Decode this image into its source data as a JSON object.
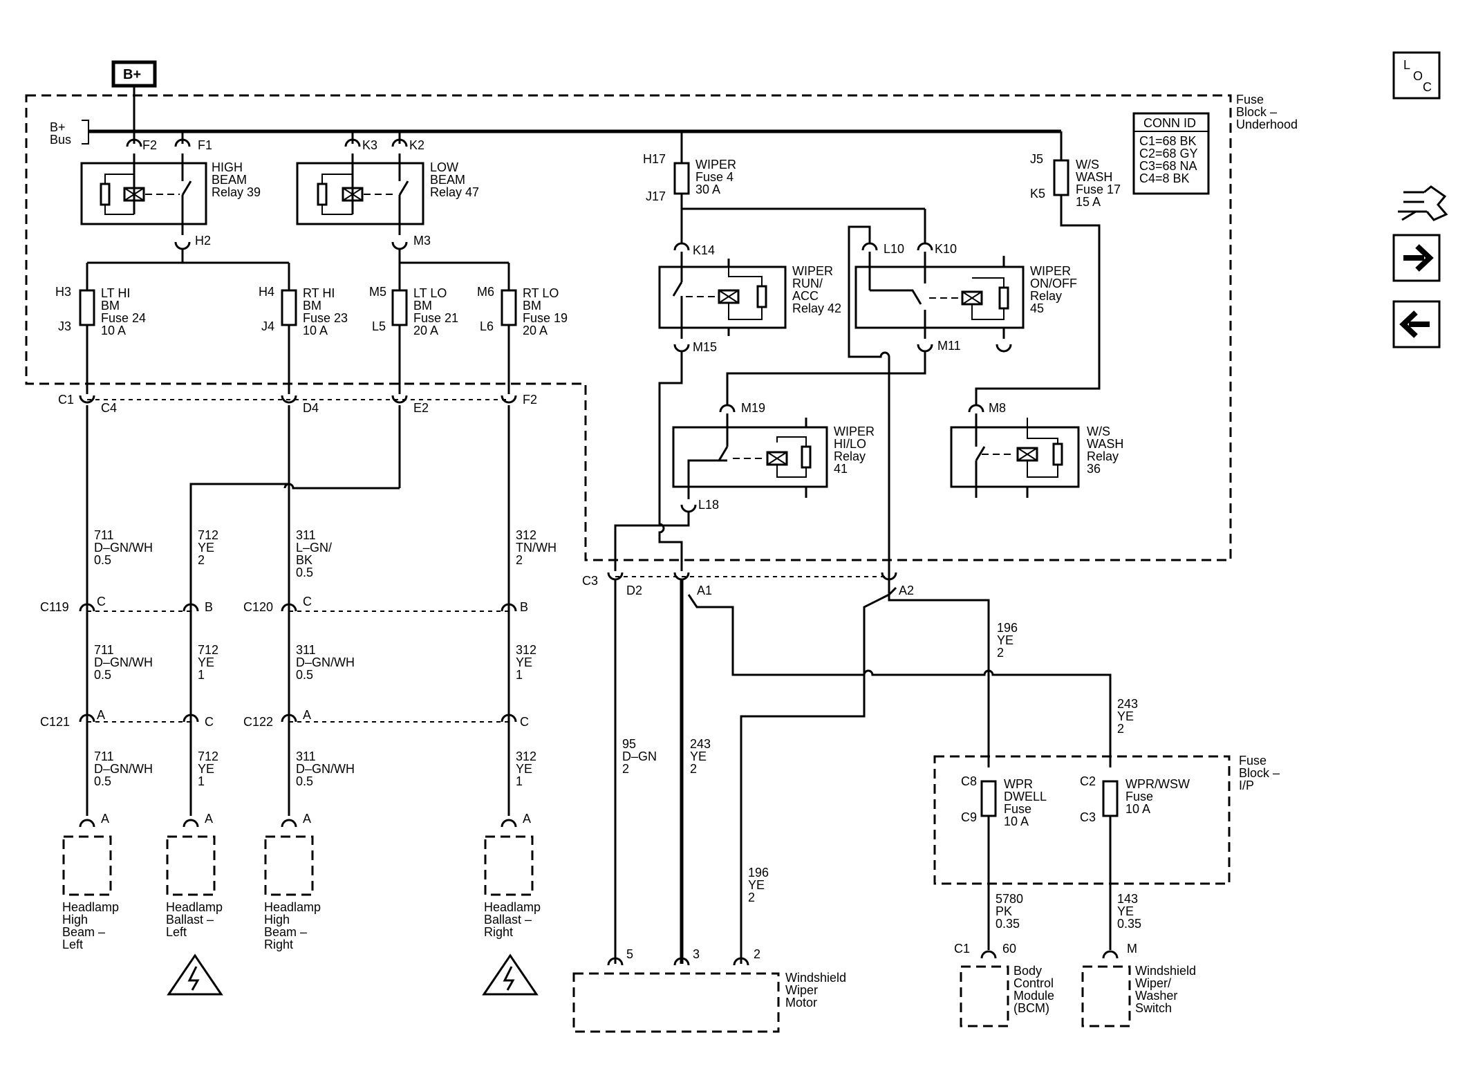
{
  "bplus": "B+",
  "bus": {
    "l1": "B+",
    "l2": "Bus"
  },
  "fuse_block_underhood": {
    "l1": "Fuse",
    "l2": "Block –",
    "l3": "Underhood"
  },
  "fuse_block_ip": {
    "l1": "Fuse",
    "l2": "Block –",
    "l3": "I/P"
  },
  "conn_id": {
    "title": "CONN ID",
    "rows": [
      "C1=68 BK",
      "C2=68 GY",
      "C3=68 NA",
      "C4=8 BK"
    ]
  },
  "relays": {
    "high_beam": {
      "l1": "HIGH",
      "l2": "BEAM",
      "l3": "Relay 39"
    },
    "low_beam": {
      "l1": "LOW",
      "l2": "BEAM",
      "l3": "Relay 47"
    },
    "wiper_run": {
      "l1": "WIPER",
      "l2": "RUN/",
      "l3": "ACC",
      "l4": "Relay 42"
    },
    "wiper_onoff": {
      "l1": "WIPER",
      "l2": "ON/OFF",
      "l3": "Relay",
      "l4": "45"
    },
    "wiper_hilo": {
      "l1": "WIPER",
      "l2": "HI/LO",
      "l3": "Relay",
      "l4": "41"
    },
    "ws_wash": {
      "l1": "W/S",
      "l2": "WASH",
      "l3": "Relay",
      "l4": "36"
    }
  },
  "fuses": {
    "wiper": {
      "l1": "WIPER",
      "l2": "Fuse 4",
      "l3": "30 A"
    },
    "ws_wash": {
      "l1": "W/S",
      "l2": "WASH",
      "l3": "Fuse 17",
      "l4": "15 A"
    },
    "lt_hi": {
      "l1": "LT HI",
      "l2": "BM",
      "l3": "Fuse 24",
      "l4": "10 A"
    },
    "rt_hi": {
      "l1": "RT HI",
      "l2": "BM",
      "l3": "Fuse 23",
      "l4": "10 A"
    },
    "lt_lo": {
      "l1": "LT LO",
      "l2": "BM",
      "l3": "Fuse 21",
      "l4": "20 A"
    },
    "rt_lo": {
      "l1": "RT LO",
      "l2": "BM",
      "l3": "Fuse 19",
      "l4": "20 A"
    },
    "wpr_dwell": {
      "l1": "WPR",
      "l2": "DWELL",
      "l3": "Fuse",
      "l4": "10 A"
    },
    "wpr_wsw": {
      "l1": "WPR/WSW",
      "l2": "Fuse",
      "l3": "10 A"
    }
  },
  "pins": {
    "F2": "F2",
    "F1": "F1",
    "K3": "K3",
    "K2": "K2",
    "H2": "H2",
    "M3": "M3",
    "H3": "H3",
    "J3": "J3",
    "H4": "H4",
    "J4": "J4",
    "M5": "M5",
    "L5": "L5",
    "M6": "M6",
    "L6": "L6",
    "H17": "H17",
    "J17": "J17",
    "J5": "J5",
    "K5": "K5",
    "K14": "K14",
    "M15": "M15",
    "L10": "L10",
    "K10": "K10",
    "M11": "M11",
    "M19": "M19",
    "L18": "L18",
    "M8": "M8",
    "C1": "C1",
    "C4": "C4",
    "D4": "D4",
    "E2": "E2",
    "F2b": "F2",
    "C3": "C3",
    "D2": "D2",
    "A1": "A1",
    "A2": "A2",
    "C119": "C119",
    "C120": "C120",
    "C121": "C121",
    "C122": "C122",
    "C": "C",
    "B": "B",
    "A": "A",
    "C8": "C8",
    "C9": "C9",
    "C2": "C2",
    "C3b": "C3",
    "p5": "5",
    "p3": "3",
    "p2": "2",
    "C1b": "C1",
    "p60": "60",
    "M": "M"
  },
  "wires": {
    "w711a": {
      "l1": "711",
      "l2": "D–GN/WH",
      "l3": "0.5"
    },
    "w712a": {
      "l1": "712",
      "l2": "YE",
      "l3": "2"
    },
    "w311a": {
      "l1": "311",
      "l2": "L–GN/",
      "l3": "BK",
      "l4": "0.5"
    },
    "w312a": {
      "l1": "312",
      "l2": "TN/WH",
      "l3": "2"
    },
    "w711b": {
      "l1": "711",
      "l2": "D–GN/WH",
      "l3": "0.5"
    },
    "w712b": {
      "l1": "712",
      "l2": "YE",
      "l3": "1"
    },
    "w311b": {
      "l1": "311",
      "l2": "D–GN/WH",
      "l3": "0.5"
    },
    "w312b": {
      "l1": "312",
      "l2": "YE",
      "l3": "1"
    },
    "w711c": {
      "l1": "711",
      "l2": "D–GN/WH",
      "l3": "0.5"
    },
    "w712c": {
      "l1": "712",
      "l2": "YE",
      "l3": "1"
    },
    "w311c": {
      "l1": "311",
      "l2": "D–GN/WH",
      "l3": "0.5"
    },
    "w312c": {
      "l1": "312",
      "l2": "YE",
      "l3": "1"
    },
    "w95": {
      "l1": "95",
      "l2": "D–GN",
      "l3": "2"
    },
    "w243a": {
      "l1": "243",
      "l2": "YE",
      "l3": "2"
    },
    "w196a": {
      "l1": "196",
      "l2": "YE",
      "l3": "2"
    },
    "w196b": {
      "l1": "196",
      "l2": "YE",
      "l3": "2"
    },
    "w243b": {
      "l1": "243",
      "l2": "YE",
      "l3": "2"
    },
    "w5780": {
      "l1": "5780",
      "l2": "PK",
      "l3": "0.35"
    },
    "w143": {
      "l1": "143",
      "l2": "YE",
      "l3": "0.35"
    }
  },
  "components": {
    "hl_high_left": {
      "l1": "Headlamp",
      "l2": "High",
      "l3": "Beam –",
      "l4": "Left"
    },
    "hl_ballast_left": {
      "l1": "Headlamp",
      "l2": "Ballast –",
      "l3": "Left"
    },
    "hl_high_right": {
      "l1": "Headlamp",
      "l2": "High",
      "l3": "Beam –",
      "l4": "Right"
    },
    "hl_ballast_right": {
      "l1": "Headlamp",
      "l2": "Ballast –",
      "l3": "Right"
    },
    "wiper_motor": {
      "l1": "Windshield",
      "l2": "Wiper",
      "l3": "Motor"
    },
    "bcm": {
      "l1": "Body",
      "l2": "Control",
      "l3": "Module",
      "l4": "(BCM)"
    },
    "wsw_switch": {
      "l1": "Windshield",
      "l2": "Wiper/",
      "l3": "Washer",
      "l4": "Switch"
    }
  },
  "loc": {
    "l": "L",
    "o": "O",
    "c": "C"
  }
}
